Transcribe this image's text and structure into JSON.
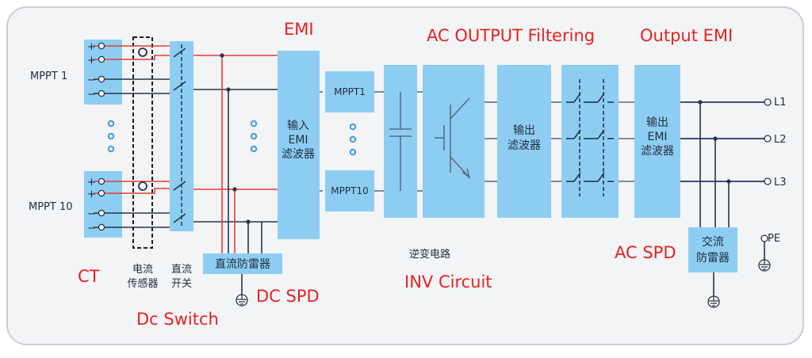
{
  "colors": {
    "block_fill": "#8ecdf2",
    "wire_red": "#e53b3b",
    "wire_dark": "#25344a",
    "wire_blue_gray": "#5b6a8a",
    "annotation_red": "#e52222",
    "dot_blue": "#3b9be0"
  },
  "inputs": {
    "mppt_first": "MPPT 1",
    "mppt_last": "MPPT 10",
    "plus": "+",
    "minus": "−"
  },
  "blocks": {
    "current_sensor": [
      "电流",
      "传感器"
    ],
    "dc_switch": [
      "直流",
      "开关"
    ],
    "dc_spd": "直流防雷器",
    "input_emi": [
      "输入",
      "EMI",
      "滤波器"
    ],
    "mppt_tracker_first": "MPPT1",
    "mppt_tracker_last": "MPPT10",
    "inverter": "逆变电路",
    "output_filter": [
      "输出",
      "滤波器"
    ],
    "output_emi": [
      "输出",
      "EMI",
      "滤波器"
    ],
    "ac_spd": [
      "交流",
      "防雷器"
    ]
  },
  "outputs": {
    "l1": "L1",
    "l2": "L2",
    "l3": "L3",
    "pe": "PE"
  },
  "annotations": {
    "emi": "EMI",
    "ac_output_filtering": "AC OUTPUT Filtering",
    "output_emi": "Output EMI",
    "ct": "CT",
    "dc_switch": "Dc Switch",
    "dc_spd": "DC SPD",
    "inv_circuit": "INV Circuit",
    "ac_spd": "AC SPD"
  }
}
